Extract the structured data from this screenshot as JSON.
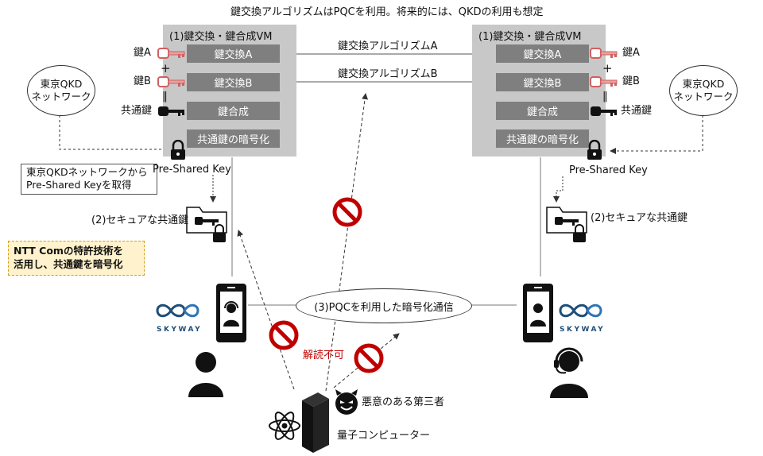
{
  "header": {
    "title": "鍵交換アルゴリズムはPQCを利用。将来的には、QKDの利用も想定"
  },
  "left_vm": {
    "title": "(1)鍵交換・鍵合成VM",
    "steps": [
      "鍵交換A",
      "鍵交換B",
      "鍵合成",
      "共通鍵の暗号化"
    ]
  },
  "right_vm": {
    "title": "(1)鍵交換・鍵合成VM",
    "steps": [
      "鍵交換A",
      "鍵交換B",
      "鍵合成",
      "共通鍵の暗号化"
    ]
  },
  "key_labels": {
    "key_a": "鍵A",
    "key_b": "鍵B",
    "common_key": "共通鍵",
    "plus": "+",
    "equals": "||"
  },
  "algorithms": {
    "a": "鍵交換アルゴリズムA",
    "b": "鍵交換アルゴリズムB"
  },
  "qkd_network": {
    "line1": "東京QKD",
    "line2": "ネットワーク"
  },
  "callout": {
    "line1": "東京QKDネットワークから",
    "line2": "Pre-Shared Keyを取得"
  },
  "psk_label": "Pre-Shared Key",
  "secure_key": "(2)セキュアな共通鍵",
  "note": {
    "line1": "NTT Comの特許技術を",
    "line2": "活用し、共通鍵を暗号化"
  },
  "communication": "(3)PQCを利用した暗号化通信",
  "brand": "SKYWAY",
  "undecryptable": "解読不可",
  "attacker": "悪意のある第三者",
  "quantum_computer": "量子コンピューター",
  "colors": {
    "vm_bg": "#c8c8c8",
    "step_bg": "#7f7f7f",
    "key_pink": "#e8a0a0",
    "forbidden": "#c00000",
    "skyway_blue": "#1f4e79",
    "note_bg": "#fff2cc"
  }
}
